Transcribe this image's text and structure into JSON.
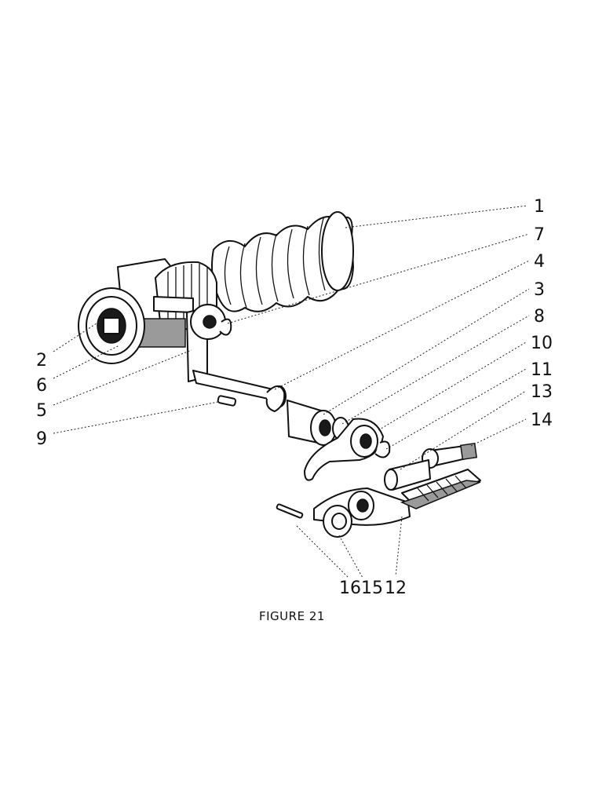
{
  "figure": {
    "caption": "FIGURE 21",
    "callouts": [
      "1",
      "2",
      "3",
      "4",
      "5",
      "6",
      "7",
      "8",
      "9",
      "10",
      "11",
      "13",
      "14",
      "16",
      "15",
      "12"
    ]
  }
}
